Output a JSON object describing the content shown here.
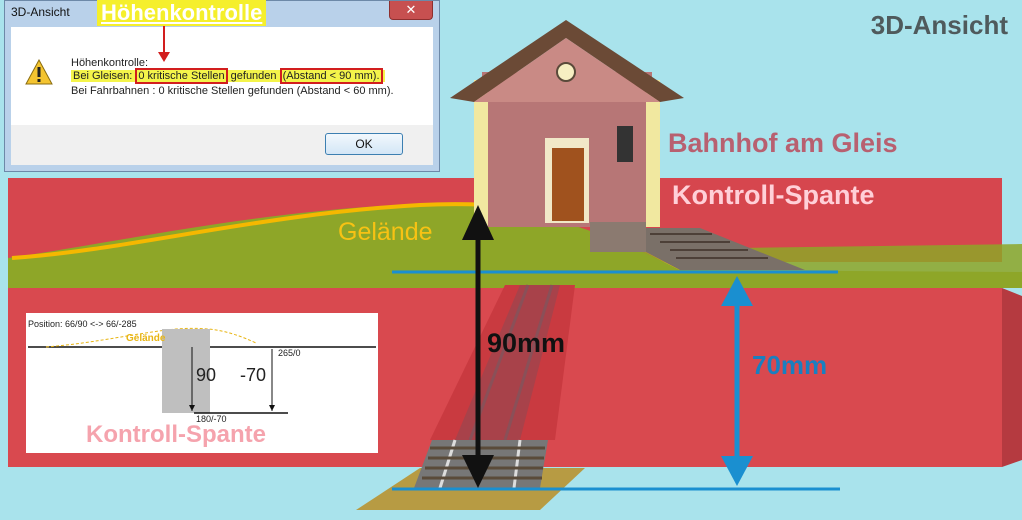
{
  "scene": {
    "title": "3D-Ansicht",
    "station_label": "Bahnhof am Gleis",
    "control_frame_label": "Kontroll-Spante",
    "terrain_label": "Gelände",
    "height_90": "90mm",
    "height_70": "70mm"
  },
  "annotation": {
    "dialog_label": "Höhenkontrolle"
  },
  "dialog": {
    "title": "3D-Ansicht",
    "close_label": "✕",
    "heading": "Höhenkontrolle:",
    "line_rails_prefix": "Bei Gleisen: ",
    "line_rails_count": "0 kritische Stellen",
    "line_rails_mid": " gefunden ",
    "line_rails_limit": "(Abstand < 90 mm).",
    "line_roads": "Bei Fahrbahnen : 0 kritische Stellen gefunden (Abstand < 60 mm).",
    "ok_label": "OK",
    "icon": "warning-icon"
  },
  "inset": {
    "position": "Position: 66/90 <-> 66/-285",
    "terrain": "Gelände",
    "value_90": "90",
    "value_minus70": "-70",
    "tick_top": "265/0",
    "tick_bottom": "180/-70",
    "frame_label": "Kontroll-Spante"
  },
  "colors": {
    "sky": "#a9e3ec",
    "control_frame": "#d64550",
    "terrain": "#8ea628",
    "terrain_line": "#f5b800",
    "measure_line": "#1a8fd0"
  }
}
